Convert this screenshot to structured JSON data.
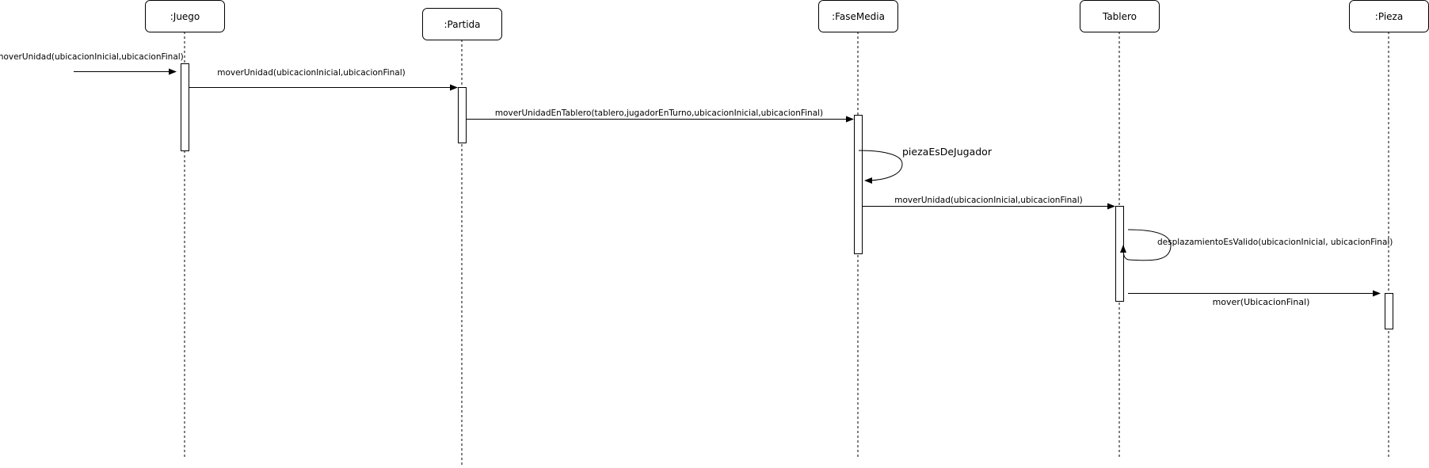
{
  "participants": [
    {
      "id": "juego",
      "label": ":Juego"
    },
    {
      "id": "partida",
      "label": ":Partida"
    },
    {
      "id": "fasemedia",
      "label": ":FaseMedia"
    },
    {
      "id": "tablero",
      "label": "Tablero"
    },
    {
      "id": "pieza",
      "label": ":Pieza"
    }
  ],
  "messages": [
    {
      "id": "found",
      "label": "moverUnidad(ubicacionInicial,ubicacionFinal)",
      "to": "juego",
      "kind": "found"
    },
    {
      "id": "m1",
      "label": "moverUnidad(ubicacionInicial,ubicacionFinal)",
      "from": "juego",
      "to": "partida",
      "kind": "sync"
    },
    {
      "id": "m2",
      "label": "moverUnidadEnTablero(tablero,jugadorEnTurno,ubicacionInicial,ubicacionFinal)",
      "from": "partida",
      "to": "fasemedia",
      "kind": "sync"
    },
    {
      "id": "m3",
      "label": "piezaEsDeJugador",
      "from": "fasemedia",
      "to": "fasemedia",
      "kind": "self"
    },
    {
      "id": "m4",
      "label": "moverUnidad(ubicacionInicial,ubicacionFinal)",
      "from": "fasemedia",
      "to": "tablero",
      "kind": "sync"
    },
    {
      "id": "m5",
      "label": "desplazamientoEsValido(ubicacionInicial, ubicacionFinal)",
      "from": "tablero",
      "to": "tablero",
      "kind": "self"
    },
    {
      "id": "m6",
      "label": "mover(UbicacionFinal)",
      "from": "tablero",
      "to": "pieza",
      "kind": "async"
    }
  ]
}
